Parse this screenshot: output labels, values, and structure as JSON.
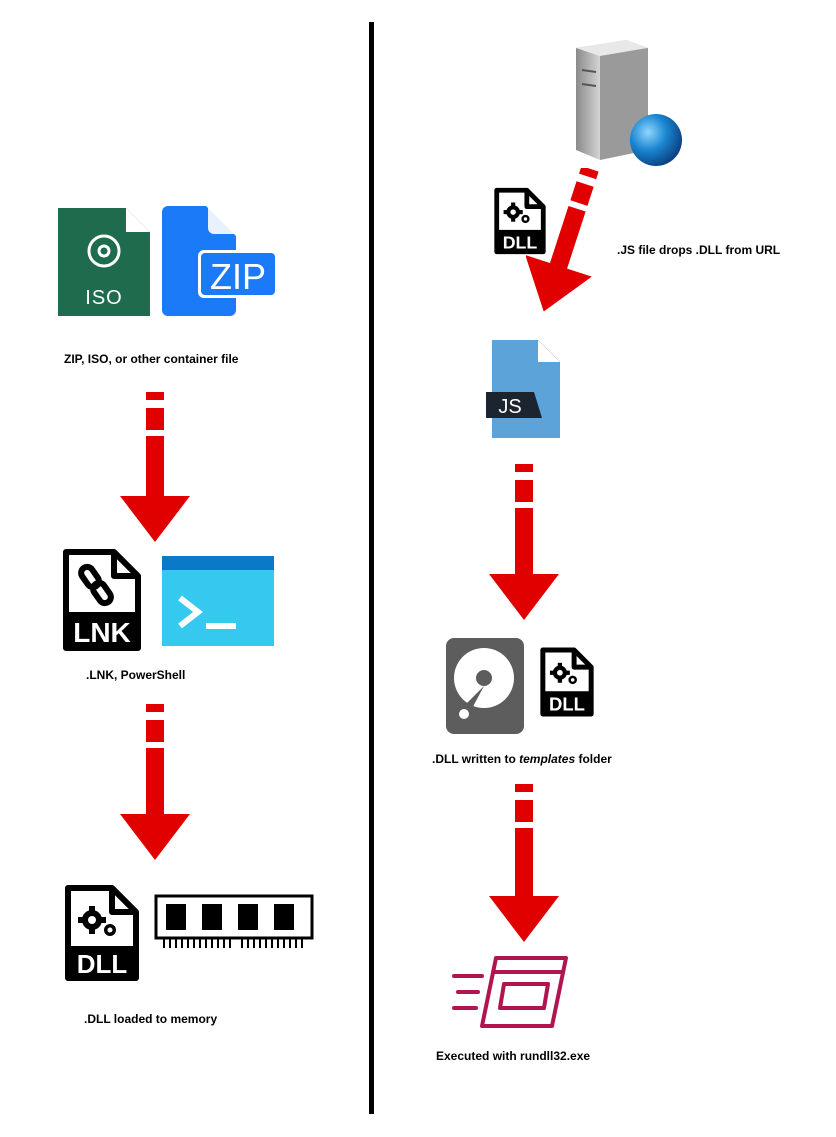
{
  "left_flow": {
    "step1_label": "ZIP, ISO, or other container file",
    "step2_label": ".LNK, PowerShell",
    "step3_label": ".DLL loaded to memory",
    "iso_icon_text": "ISO",
    "zip_icon_text": "ZIP",
    "lnk_icon_text": "LNK",
    "dll_icon_text": "DLL"
  },
  "right_flow": {
    "step1_label": ".JS file drops .DLL from URL",
    "step2_prefix": ".DLL written to ",
    "step2_italic": "templates",
    "step2_suffix": " folder",
    "step3_label": "Executed with rundll32.exe",
    "js_icon_text": "JS",
    "dll_icon_text": "DLL"
  },
  "colors": {
    "arrow_red": "#e00000",
    "iso_green": "#1f6b4e",
    "zip_blue": "#1a7af8",
    "js_blue": "#5ba3d8",
    "powershell_blue": "#35c9f0",
    "rundll_magenta": "#b01550",
    "divider": "#000000"
  }
}
